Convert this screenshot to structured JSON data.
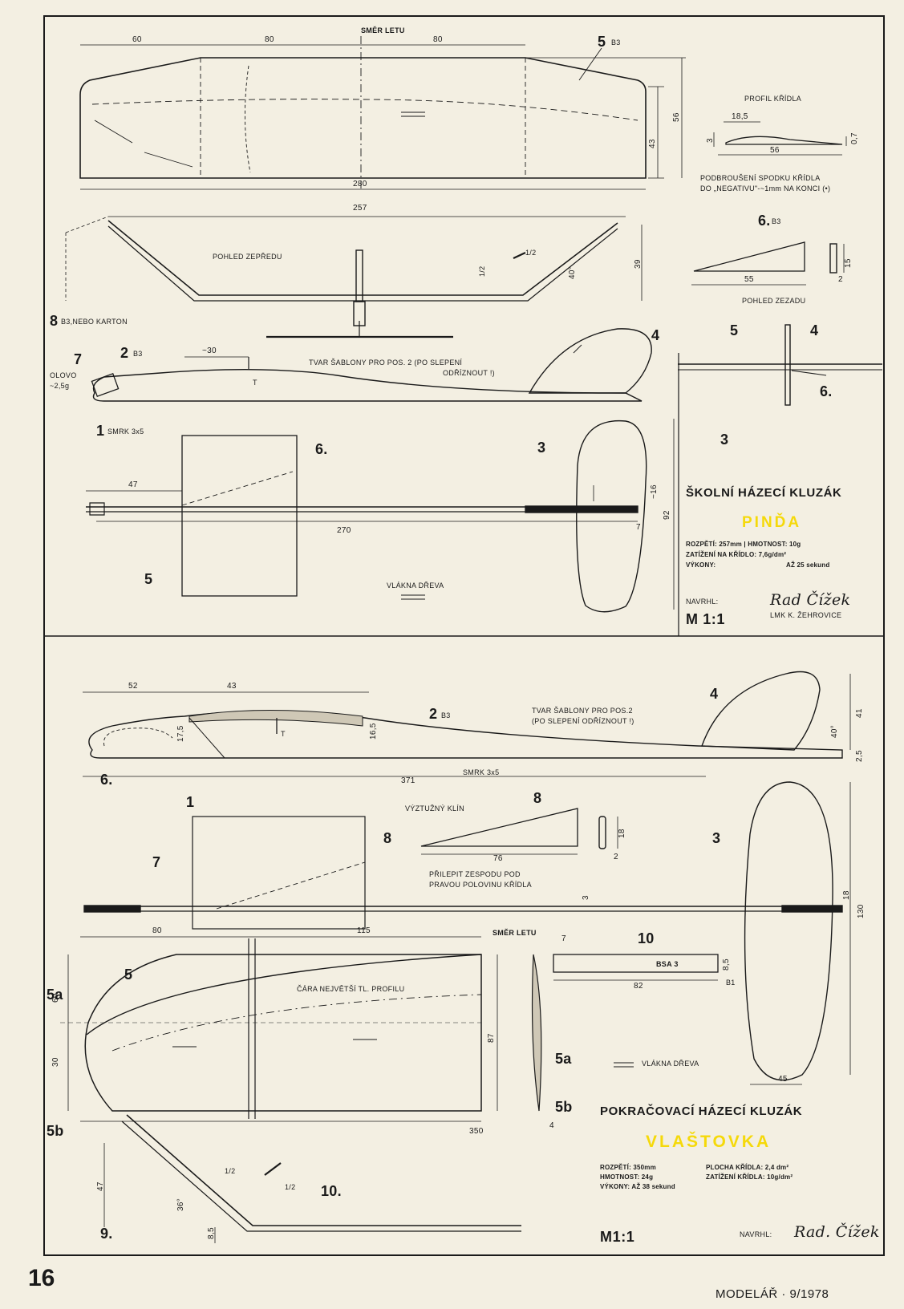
{
  "page": {
    "number": "16",
    "footer": "MODELÁŘ · 9/1978"
  },
  "top": {
    "wing_top": {
      "flight_dir": "SMĚR LETU",
      "d60": "60",
      "d80a": "80",
      "d80b": "80",
      "d280": "280",
      "d43": "43",
      "d56": "56",
      "part5": "5",
      "part5_mat": "B3"
    },
    "airfoil": {
      "title": "PROFIL KŘÍDLA",
      "d185": "18,5",
      "d56": "56",
      "d3": "3",
      "d07": "0,7",
      "note1": "PODBROUŠENÍ SPODKU KŘÍDLA",
      "note2": "DO „NEGATIVU\"-~1mm NA KONCI (•)"
    },
    "front_view": {
      "title": "POHLED ZEPŘEDU",
      "d257": "257",
      "d39": "39",
      "angle": "40°",
      "half_a": "1/2",
      "half_b": "1/2",
      "part8": "8",
      "part8_mat": "B3,NEBO KARTON"
    },
    "gusset6": {
      "part": "6.",
      "mat": "B3",
      "d55": "55",
      "d15": "15",
      "d2": "2"
    },
    "rear_view": {
      "title": "POHLED ZEZADU",
      "p5": "5",
      "p4": "4",
      "p6": "6.",
      "p3": "3"
    },
    "fuselage_side": {
      "part7": "7",
      "lead1": "OLOVO",
      "lead2": "~2,5g",
      "part2": "2",
      "part2_mat": "B3",
      "d30": "~30",
      "t_mark": "T",
      "template1": "TVAR ŠABLONY PRO POS. 2 (PO SLEPENÍ",
      "template2": "ODŘÍZNOUT !)",
      "part1": "1",
      "part1_mat": "SMRK 3x5",
      "part4": "4"
    },
    "plan": {
      "d47": "47",
      "d270": "270",
      "part6": "6.",
      "part5": "5",
      "part3": "3",
      "d16": "~16",
      "d92": "92",
      "d7": "7",
      "grain": "VLÁKNA DŘEVA"
    },
    "info": {
      "title": "ŠKOLNÍ HÁZECÍ KLUZÁK",
      "name": "PINĎA",
      "spec1": "ROZPĚTÍ: 257mm | HMOTNOST: 10g",
      "spec2": "ZATÍŽENÍ NA KŘÍDLO: 7,6g/dm²",
      "spec3": "VÝKONY:",
      "spec3b": "AŽ 25 sekund",
      "designer": "NAVRHL:",
      "signature": "Rad Čížek",
      "club": "LMK K. ŽEHROVICE",
      "scale": "M 1:1"
    }
  },
  "bottom": {
    "side": {
      "d52": "52",
      "d43": "43",
      "d175": "17,5",
      "d165": "16,5",
      "t_mark": "T",
      "part2": "2",
      "part2_mat": "B3",
      "template1": "TVAR ŠABLONY PRO POS.2",
      "template2": "(PO SLEPENÍ ODŘÍZNOUT !)",
      "part4": "4",
      "d41": "41",
      "d25": "2,5",
      "angle": "40°",
      "part6": "6.",
      "part1": "1",
      "d371": "371",
      "spruce": "SMRK 3x5"
    },
    "wedge": {
      "title": "VÝZTUŽNÝ KLÍN",
      "part": "8",
      "d76": "76",
      "d18": "18",
      "d2": "2",
      "note1": "PŘILEPIT ZESPODU POD",
      "note2": "PRAVOU POLOVINU KŘÍDLA"
    },
    "plan": {
      "part7": "7",
      "part8": "8",
      "d3": "3",
      "part3": "3",
      "d18": "18",
      "d130": "130",
      "d45": "45",
      "b1": "B1"
    },
    "wing": {
      "d80": "80",
      "d115": "115",
      "flight_dir": "SMĚR LETU",
      "d7": "7",
      "part5": "5",
      "max_thick": "ČÁRA NEJVĚTŠÍ TL. PROFILU",
      "d60": "60",
      "d30": "30",
      "d87": "87",
      "d350": "350",
      "d4": "4",
      "p5a_left": "5a",
      "p5b_left": "5b",
      "p5a": "5a",
      "p5b": "5b",
      "grain": "VLÁKNA DŘEVA"
    },
    "part10": {
      "part": "10",
      "mat": "BSA 3",
      "d82": "82",
      "d85": "8,5"
    },
    "dihedral": {
      "half_a": "1/2",
      "half_b": "1/2",
      "angle": "36°",
      "d47": "47",
      "d85": "8,5",
      "part9": "9.",
      "part10": "10."
    },
    "info": {
      "title": "POKRAČOVACÍ HÁZECÍ KLUZÁK",
      "name": "VLAŠTOVKA",
      "spec1a": "ROZPĚTÍ: 350mm",
      "spec1b": "PLOCHA KŘÍDLA: 2,4 dm²",
      "spec2a": "HMOTNOST: 24g",
      "spec2b": "ZATÍŽENÍ KŘÍDLA: 10g/dm²",
      "spec3": "VÝKONY: AŽ 38 sekund",
      "scale": "M1:1",
      "designer": "NAVRHL:",
      "signature": "Rad. Čížek"
    }
  }
}
